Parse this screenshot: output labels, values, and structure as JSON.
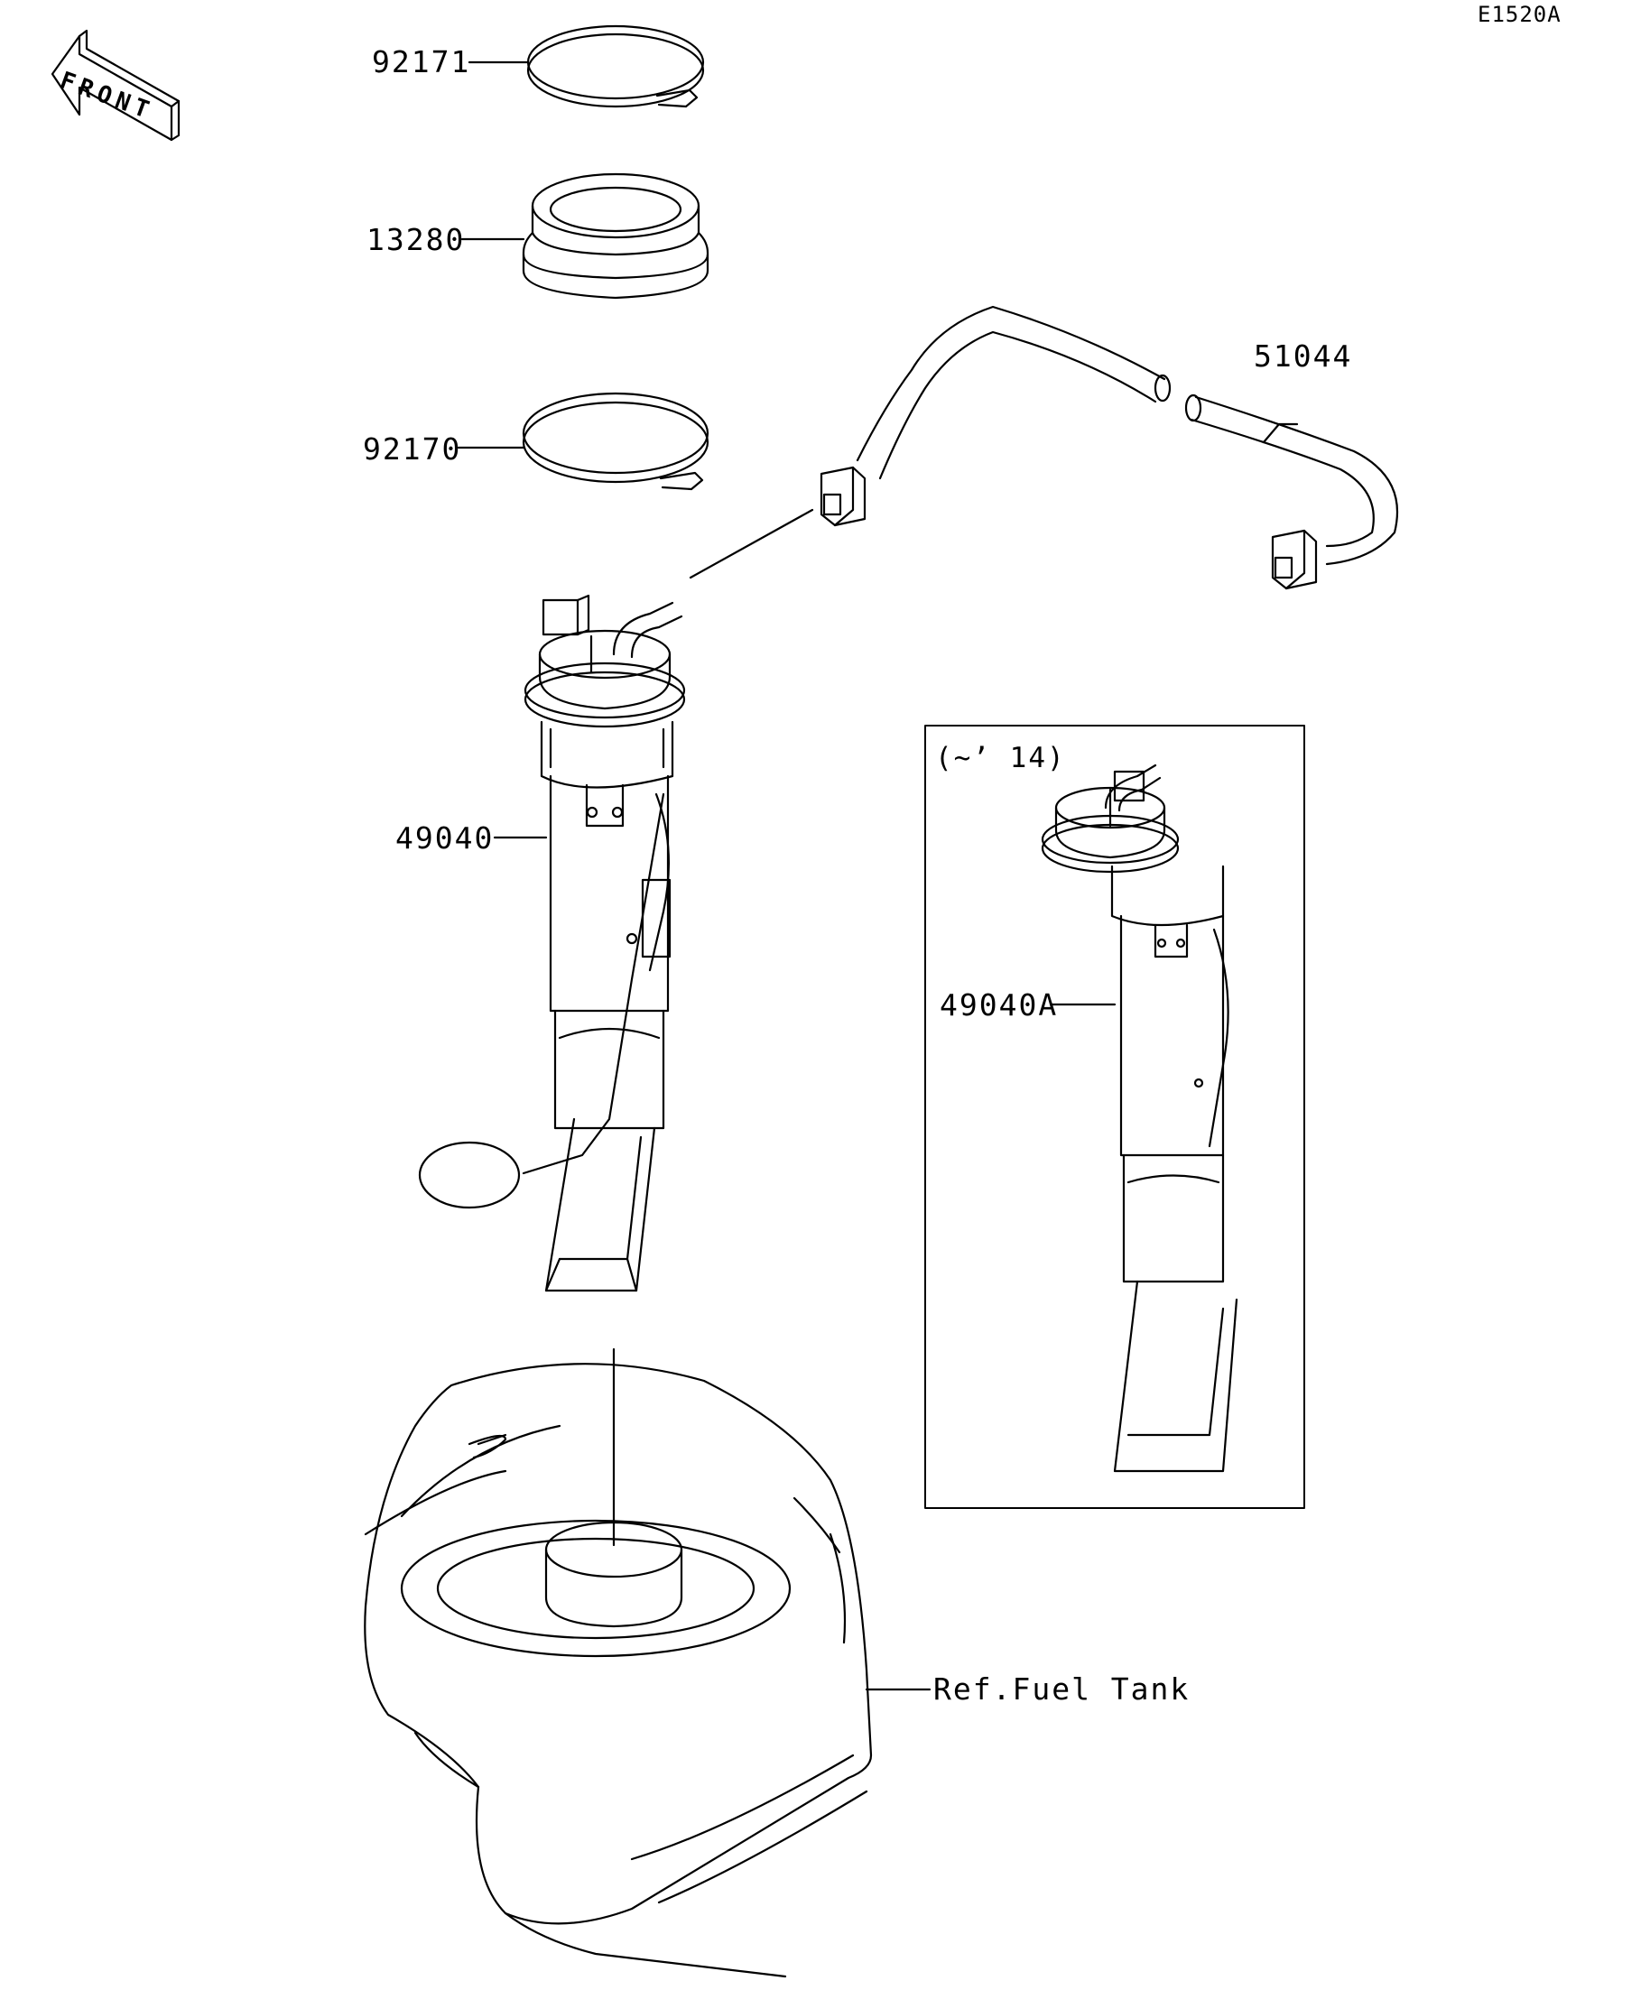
{
  "diagram": {
    "code": "E1520A",
    "front_label": "FRONT",
    "inset_note": "(~’ 14)",
    "parts": [
      {
        "number": "92171"
      },
      {
        "number": "13280"
      },
      {
        "number": "92170"
      },
      {
        "number": "51044"
      },
      {
        "number": "49040"
      },
      {
        "number": "49040A"
      }
    ],
    "reference": "Ref.Fuel Tank"
  }
}
